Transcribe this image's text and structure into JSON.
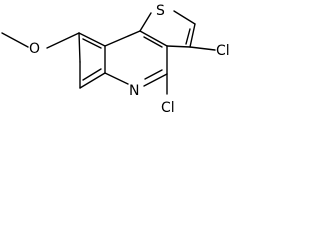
{
  "molecule": {
    "atoms": {
      "sulfur": "S",
      "nitrogen": "N",
      "chlorine_top": "Cl",
      "chlorine_bottom": "Cl",
      "oxygen": "O"
    }
  }
}
